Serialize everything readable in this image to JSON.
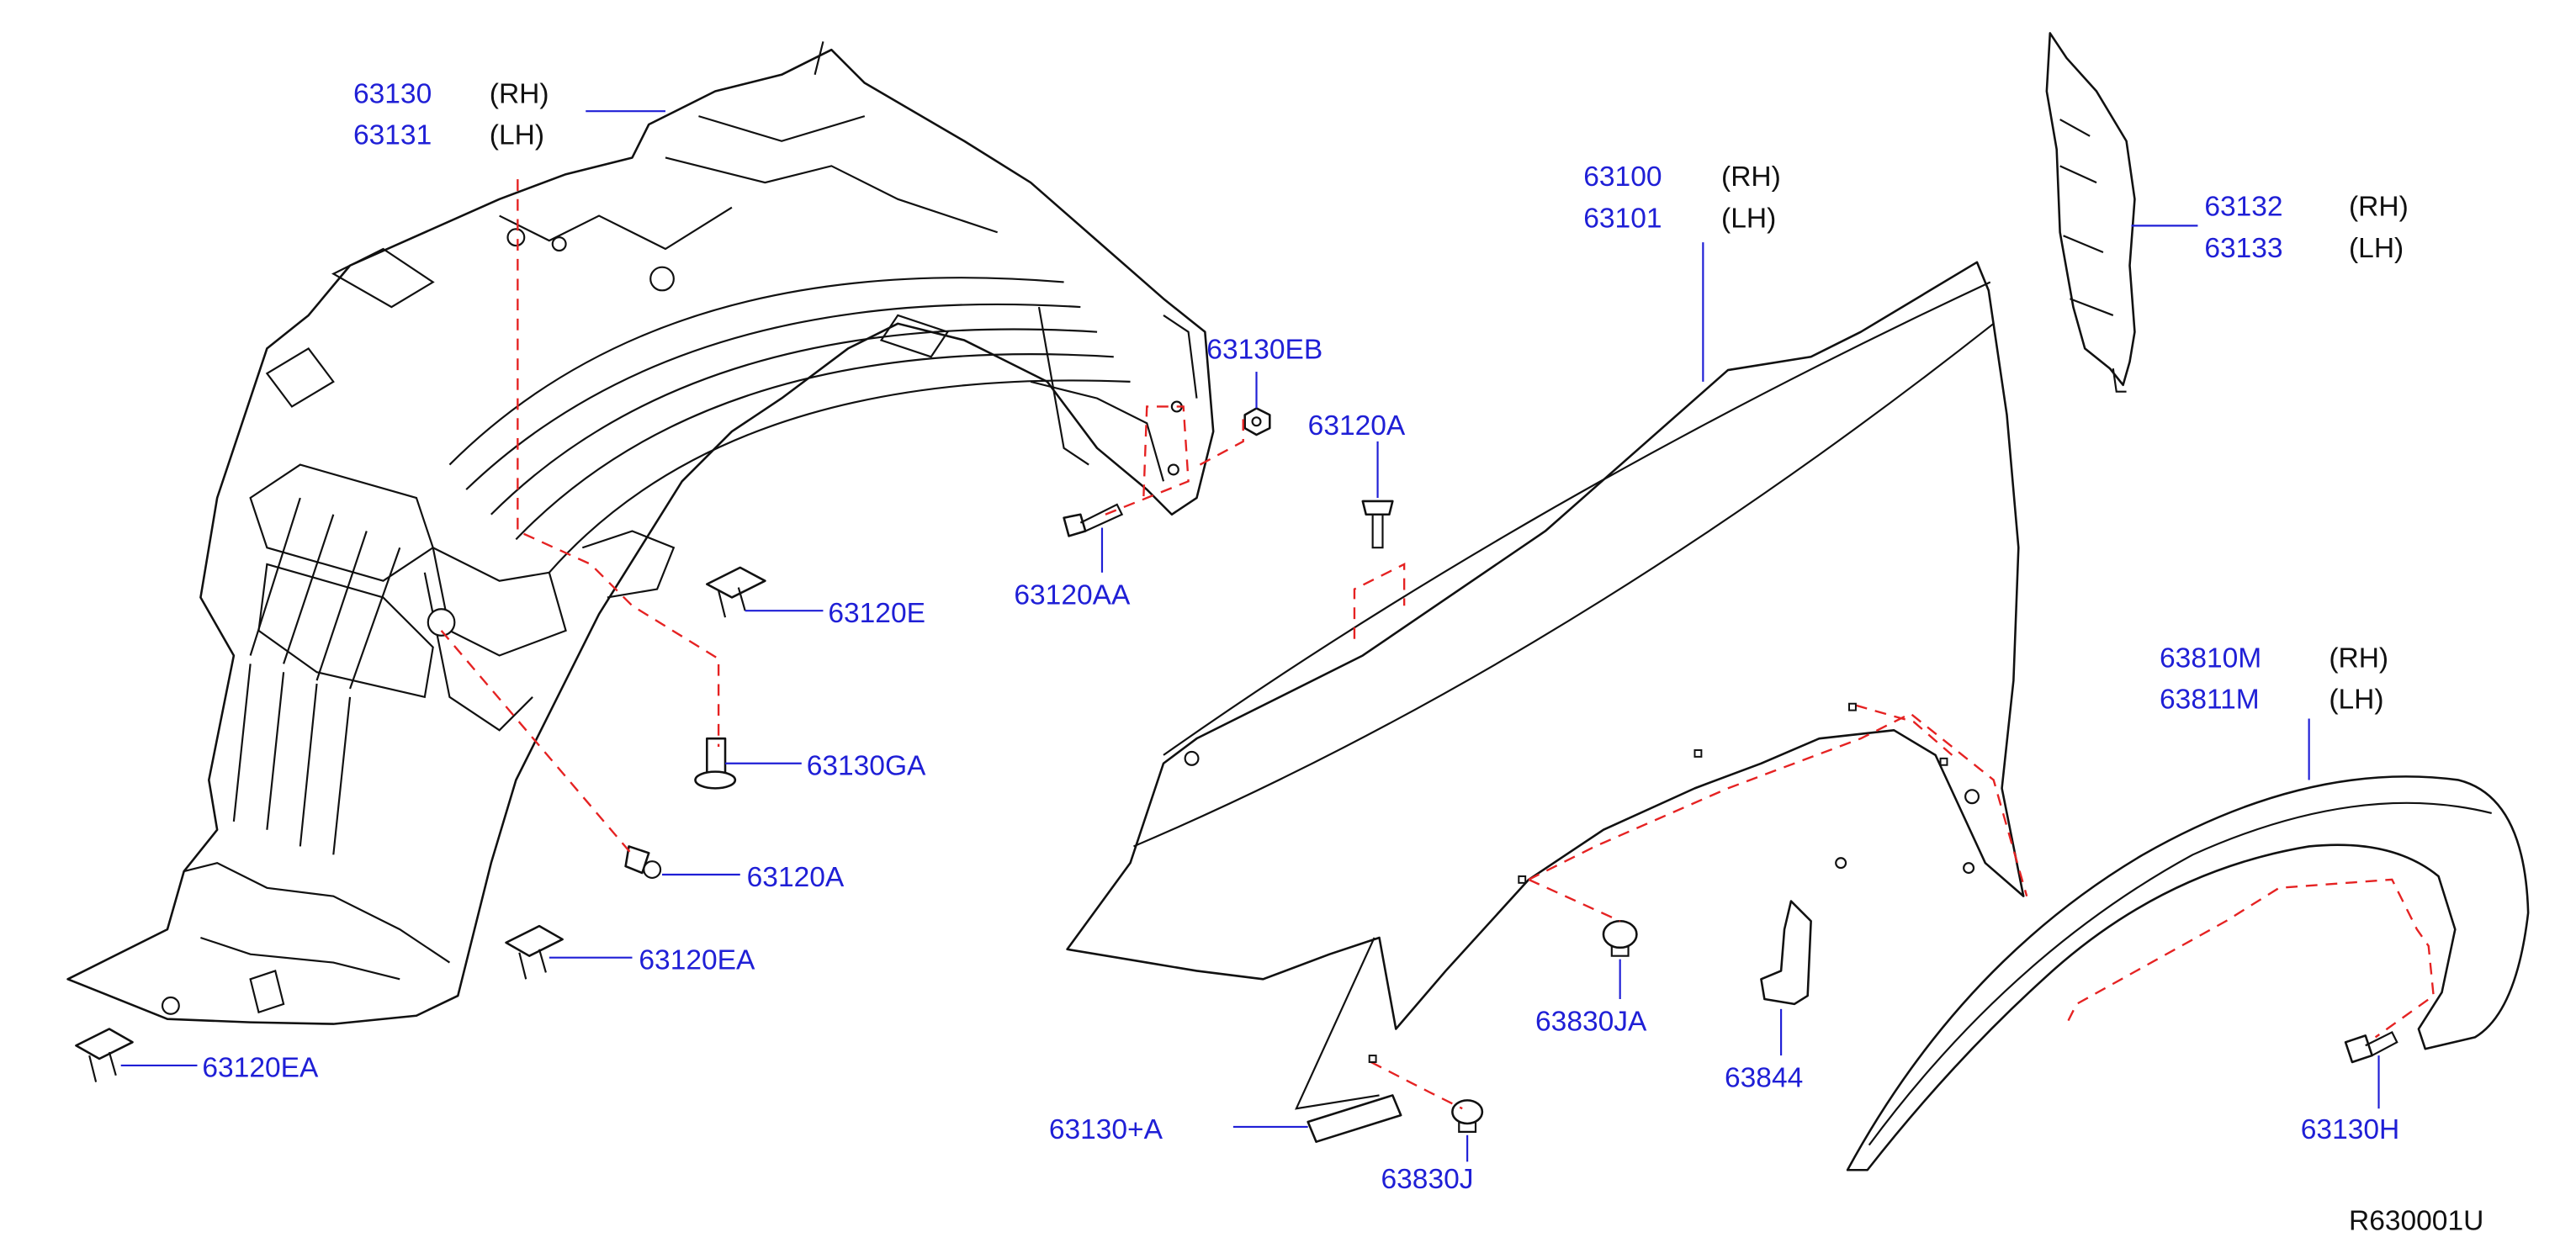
{
  "diagram_ref": "R630001U",
  "colors": {
    "part_number": "#1f1fd6",
    "side_text": "#111111",
    "phantom_line": "#e52222",
    "outline": "#111111"
  },
  "parts": {
    "fender_protector": {
      "rh": "63130",
      "lh": "63131",
      "rh_side": "(RH)",
      "lh_side": "(LH)"
    },
    "fender": {
      "rh": "63100",
      "lh": "63101",
      "rh_side": "(RH)",
      "lh_side": "(LH)"
    },
    "fender_stay": {
      "rh": "63132",
      "lh": "63133",
      "rh_side": "(RH)",
      "lh_side": "(LH)"
    },
    "wheel_arch_molding": {
      "rh": "63810M",
      "lh": "63811M",
      "rh_side": "(RH)",
      "lh_side": "(LH)"
    },
    "nut_63130eb": "63130EB",
    "bolt_63120a_top": "63120A",
    "screw_63120aa": "63120AA",
    "clip_63120e": "63120E",
    "grommet_63130ga": "63130GA",
    "screw_63120a_lower": "63120A",
    "clip_63120ea_mid": "63120EA",
    "clip_63120ea_left": "63120EA",
    "clip_63830ja": "63830JA",
    "seal_63844": "63844",
    "protector_63130a": "63130+A",
    "clip_63830j": "63830J",
    "screw_63130h": "63130H"
  }
}
